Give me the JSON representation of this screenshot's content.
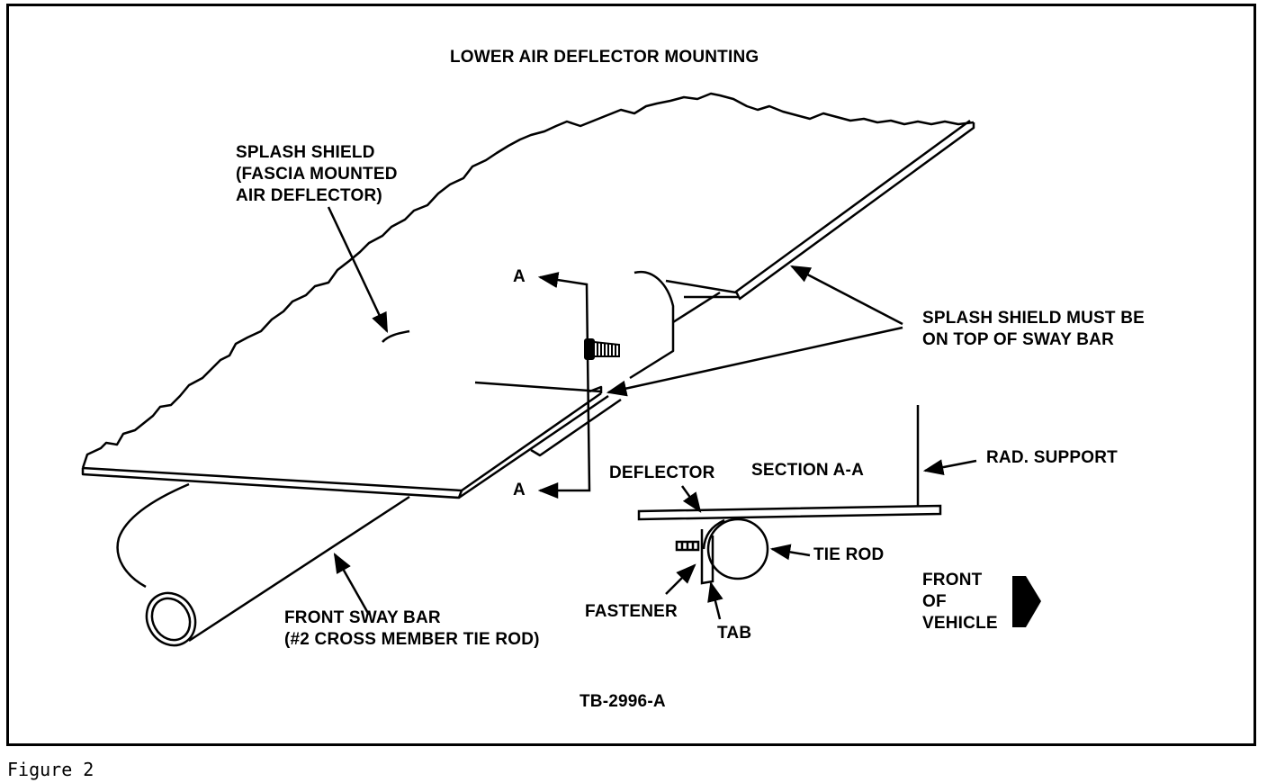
{
  "title": "LOWER AIR DEFLECTOR MOUNTING",
  "labels": {
    "splash_shield": "SPLASH SHIELD\n(FASCIA MOUNTED\nAIR DEFLECTOR)",
    "must_be_on_top": "SPLASH SHIELD MUST BE\nON TOP OF SWAY BAR",
    "section_mark_top": "A",
    "section_mark_bottom": "A",
    "deflector": "DEFLECTOR",
    "section": "SECTION A-A",
    "rad_support": "RAD. SUPPORT",
    "tie_rod": "TIE ROD",
    "front_of_vehicle": "FRONT\nOF\nVEHICLE",
    "fastener": "FASTENER",
    "tab": "TAB",
    "front_sway_bar": "FRONT SWAY BAR\n(#2 CROSS MEMBER TIE ROD)",
    "figure_code": "TB-2996-A"
  },
  "caption": "Figure 2"
}
